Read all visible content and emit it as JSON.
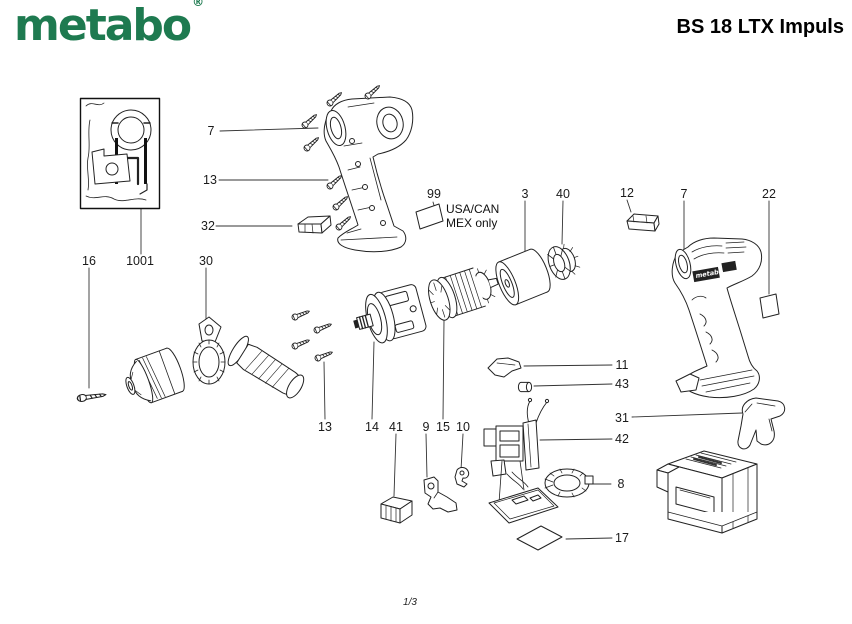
{
  "header": {
    "logo_text": "metabo",
    "registered_mark": "®",
    "title": "BS 18 LTX Impuls",
    "brand_color": "#1e7a50"
  },
  "diagram": {
    "note_99": {
      "line1": "USA/CAN",
      "line2": "MEX only"
    },
    "housing_brand_text": "metabo",
    "part_labels": [
      {
        "text": "7"
      },
      {
        "text": "13"
      },
      {
        "text": "32"
      },
      {
        "text": "99"
      },
      {
        "text": "3"
      },
      {
        "text": "40"
      },
      {
        "text": "12"
      },
      {
        "text": "7"
      },
      {
        "text": "22"
      },
      {
        "text": "16"
      },
      {
        "text": "1001"
      },
      {
        "text": "30"
      },
      {
        "text": "13"
      },
      {
        "text": "14"
      },
      {
        "text": "41"
      },
      {
        "text": "9"
      },
      {
        "text": "15"
      },
      {
        "text": "10"
      },
      {
        "text": "11"
      },
      {
        "text": "43"
      },
      {
        "text": "31"
      },
      {
        "text": "42"
      },
      {
        "text": "8"
      },
      {
        "text": "17"
      }
    ]
  },
  "footer": {
    "page_number": "1/3"
  }
}
